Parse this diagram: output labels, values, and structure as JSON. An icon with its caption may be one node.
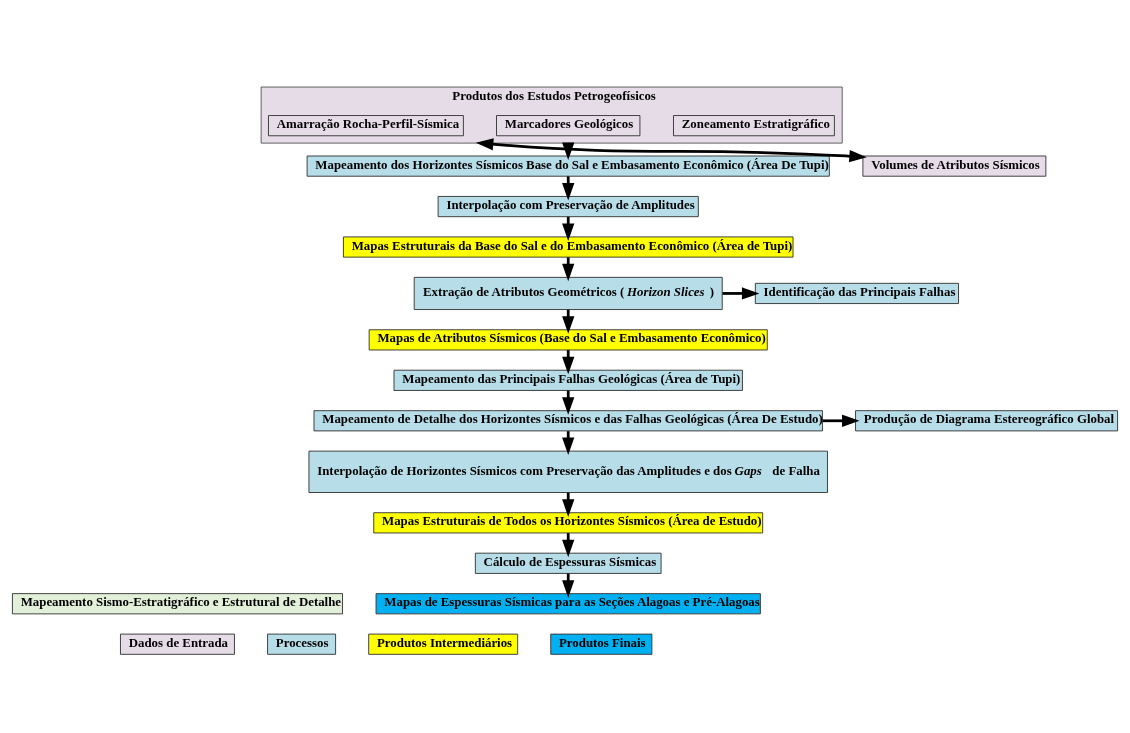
{
  "diagram": {
    "nodes": [
      {
        "text": [
          "Mapeamento Sismo-Estratigráfico e Estrutural de Detalhe"
        ]
      },
      {
        "text": [
          "Produtos dos Estudos Petrogeofísicos"
        ]
      },
      {
        "text": [
          "Zoneamento Estratigráfico"
        ],
        "in": 1
      },
      {
        "text": [
          "Marcadores Geológicos"
        ],
        "in": 1
      },
      {
        "text": [
          "Amarração Rocha-Perfil-Sísmica"
        ],
        "in": 1
      },
      {
        "text": [
          "Volumes de Atributos Sísmicos"
        ]
      },
      {
        "text": [
          "Mapeamento dos Horizontes Sísmicos Base do Sal e Embasamento Econômico (Área De Tupi)"
        ]
      },
      {
        "text": [
          "Interpolação com Preservação de Amplitudes"
        ]
      },
      {
        "text": [
          "Mapas Estruturais da Base do Sal e do Embasamento Econômico (Área de Tupi)"
        ]
      },
      {
        "text": [
          "Extração de Atributos Geométricos (*Horizon Slices*)"
        ]
      },
      {
        "text": [
          "Identificação das Principais Falhas"
        ]
      },
      {
        "text": [
          "Mapas de Atributos Sísmicos (Base do Sal e Embasamento Econômico)"
        ]
      },
      {
        "text": [
          "Mapeamento das Principais Falhas Geológicas (Área de Tupi)"
        ]
      },
      {
        "text": [
          "Mapeamento de Detalhe dos Horizontes Sísmicos e das Falhas Geológicas (Área De Estudo)"
        ]
      },
      {
        "text": [
          "Produção de Diagrama Estereográfico Global"
        ]
      },
      {
        "text": [
          "Interpolação de Horizontes Sísmicos com Preservação das Amplitudes e dos *Gaps* de Falha"
        ]
      },
      {
        "text": [
          "Mapas Estruturais de Todos os Horizontes Sísmicos (Área de Estudo)"
        ]
      },
      {
        "text": [
          "Cálculo de Espessuras Sísmicas"
        ]
      },
      {
        "text": [
          "Mapas de Espessuras Sísmicas para as Seções Alagoas e Pré-Alagoas"
        ]
      }
    ],
    "edges": [
      {
        "from": 1,
        "to": 5,
        "arrow": "both"
      },
      {
        "from": 1,
        "to": 6,
        "arrow": "to"
      },
      {
        "from": 6,
        "to": 7,
        "arrow": "to"
      },
      {
        "from": 7,
        "to": 8,
        "arrow": "to"
      },
      {
        "from": 8,
        "to": 9,
        "arrow": "to"
      },
      {
        "from": 9,
        "to": 10,
        "arrow": "to"
      },
      {
        "from": 9,
        "to": 11,
        "arrow": "to"
      },
      {
        "from": 11,
        "to": 12,
        "arrow": "to"
      },
      {
        "from": 12,
        "to": 13,
        "arrow": "to"
      },
      {
        "from": 13,
        "to": 14,
        "arrow": "to"
      },
      {
        "from": 13,
        "to": 15,
        "arrow": "to"
      },
      {
        "from": 15,
        "to": 16,
        "arrow": "to"
      },
      {
        "from": 16,
        "to": 17,
        "arrow": "to"
      },
      {
        "from": 17,
        "to": 18,
        "arrow": "to"
      }
    ],
    "legend": [
      {
        "text": "Dados de Entrada",
        "color": "#e6dce8"
      },
      {
        "text": "Processos",
        "color": "#b7dde8"
      },
      {
        "text": "Produtos Intermediários",
        "color": "#ffff00"
      },
      {
        "text": "Produtos Finais",
        "color": "#00b0f0"
      }
    ]
  }
}
